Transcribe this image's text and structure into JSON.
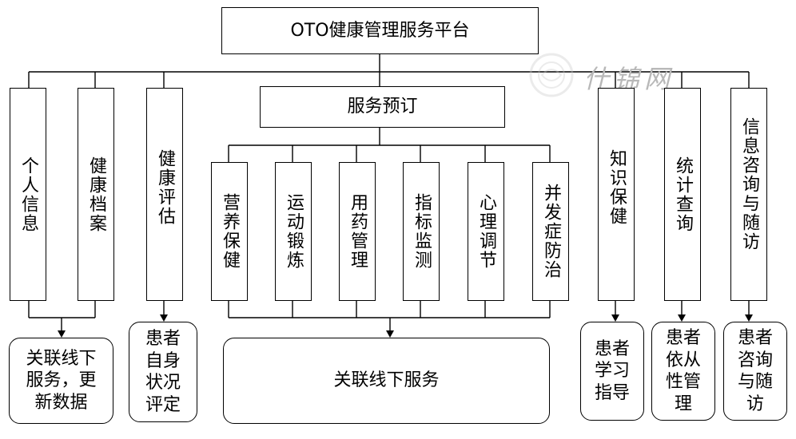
{
  "top": {
    "title": "OTO健康管理服务平台"
  },
  "left_items": [
    {
      "label": "个人信息"
    },
    {
      "label": "健康档案"
    },
    {
      "label": "健康评估"
    }
  ],
  "service": {
    "title": "服务预订",
    "items": [
      {
        "label": "营养保健"
      },
      {
        "label": "运动锻炼"
      },
      {
        "label": "用药管理"
      },
      {
        "label": "指标监测"
      },
      {
        "label": "心理调节"
      },
      {
        "label": "并发症防治"
      }
    ]
  },
  "right_items": [
    {
      "label": "知识保健"
    },
    {
      "label": "统计查询"
    },
    {
      "label": "信息咨询与随访"
    }
  ],
  "outcomes": {
    "offline_update": "关联线下服务，更新数据",
    "self_assessment": "患者自身状况评定",
    "offline_service": "关联线下服务",
    "learning": "患者学习指导",
    "compliance": "患者依从性管理",
    "consult": "患者咨询与随访"
  },
  "watermark": {
    "text": "什锦网"
  }
}
